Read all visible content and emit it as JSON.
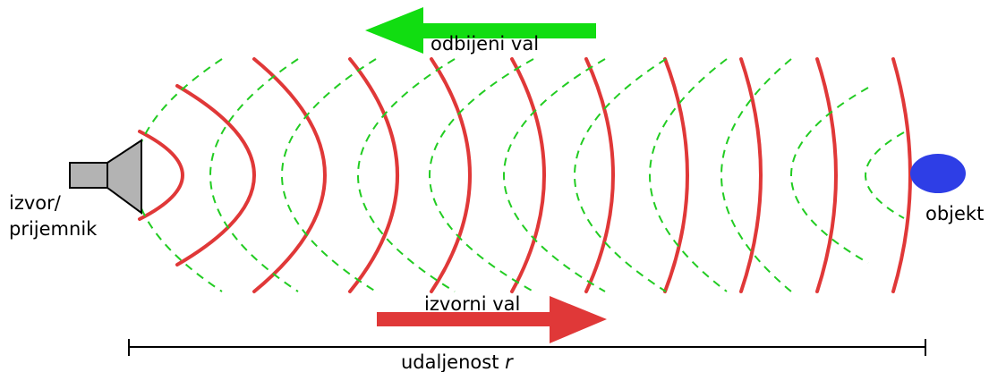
{
  "labels": {
    "reflected_wave": "odbijeni val",
    "source_wave": "izvorni val",
    "source_line1": "izvor/",
    "source_line2": "prijemnik",
    "object": "objekt",
    "distance_prefix": "udaljenost ",
    "distance_symbol": "r"
  },
  "colors": {
    "source_wave": "#e03838",
    "reflected_wave": "#22cc22",
    "reflected_arrow": "#11dd11",
    "object": "#2e3ee6",
    "speaker_fill": "#b3b3b3",
    "speaker_stroke": "#000000"
  },
  "icons": {
    "speaker": "speaker-icon",
    "object": "object-ellipse"
  },
  "counts": {
    "source_wavefronts": 11,
    "reflected_wavefronts": 11
  }
}
